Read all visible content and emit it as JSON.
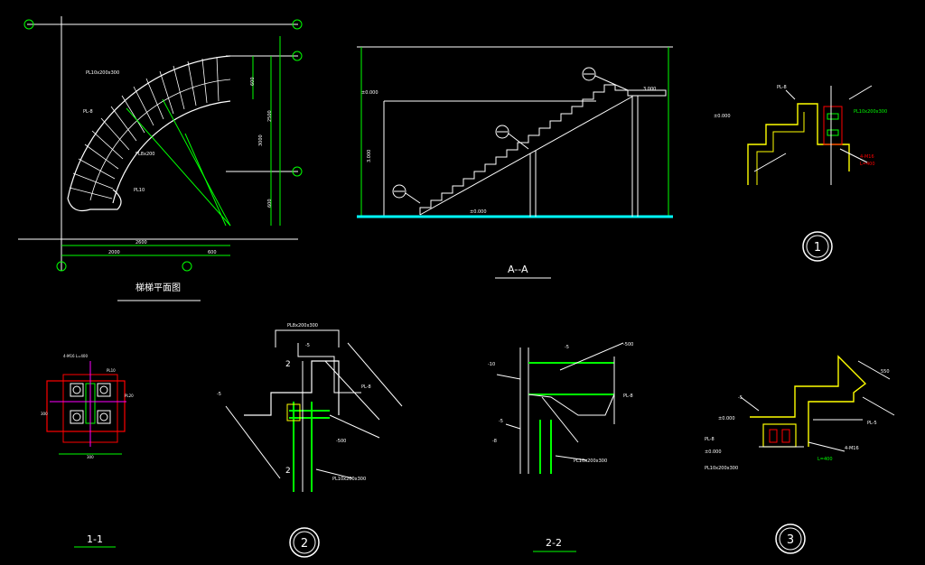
{
  "colors": {
    "background": "#000000",
    "green": "#00ff00",
    "white": "#ffffff",
    "yellow": "#ffff00",
    "red": "#ff0000",
    "magenta": "#ff00ff",
    "cyan": "#00ffff"
  },
  "labels": {
    "plan_title": "梯梯平面图",
    "section_aa": "A--A",
    "detail_1": "1",
    "detail_2": "2",
    "detail_3": "3",
    "section_11": "1-1",
    "section_22": "2-2",
    "cut_mark": "2"
  }
}
